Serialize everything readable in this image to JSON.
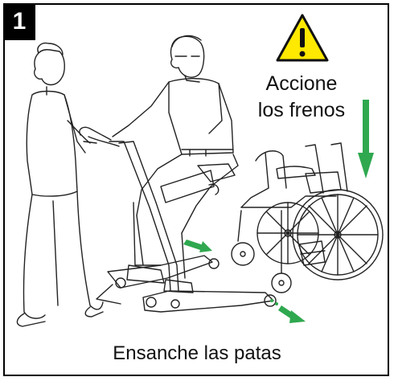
{
  "step": {
    "number": "1"
  },
  "warning": {
    "icon": "warning-triangle-icon",
    "fill_color": "#ffe900"
  },
  "brakes_note": {
    "line1": "Accione",
    "line2": "los frenos"
  },
  "caption": {
    "text": "Ensanche las patas"
  },
  "arrows": {
    "color": "#2fa84f"
  }
}
